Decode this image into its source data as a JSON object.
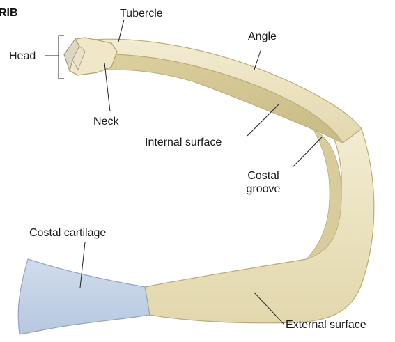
{
  "figure": {
    "title": "RIB"
  },
  "labels": {
    "tubercle": "Tubercle",
    "head": "Head",
    "angle": "Angle",
    "neck": "Neck",
    "internal_surface": "Internal surface",
    "costal_groove_line1": "Costal",
    "costal_groove_line2": "groove",
    "costal_cartilage": "Costal cartilage",
    "external_surface": "External surface"
  },
  "colors": {
    "bone": "#ece4c3",
    "bone_shadow": "#d6ca9b",
    "bone_edge": "#b9ab78",
    "cartilage": "#c4d3e6",
    "cartilage_edge": "#8fa5c1",
    "leader_line": "#222222"
  }
}
